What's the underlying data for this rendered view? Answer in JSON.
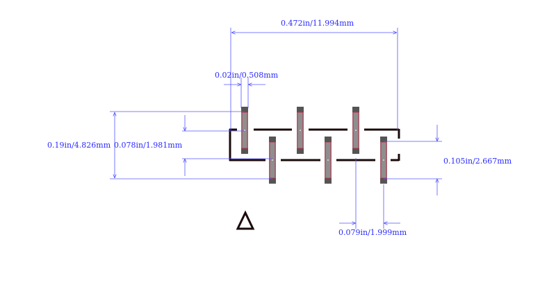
{
  "colors": {
    "dimension": "#5555ff",
    "dimension_text": "#2a2aff",
    "outline": "#1a0a0a",
    "pad_fill": "#8e8e8e",
    "pad_end": "#555555",
    "pad_border": "#cc2244"
  },
  "dimensions": {
    "overall_width": "0.472in/11.994mm",
    "pad_width": "0.02in/0.508mm",
    "overall_height": "0.19in/4.826mm",
    "row_spacing": "0.078in/1.981mm",
    "pad_to_body": "0.105in/2.667mm",
    "pitch": "0.079in/1.999mm"
  },
  "symbols": {
    "pin1_marker": "triangle-marker"
  }
}
